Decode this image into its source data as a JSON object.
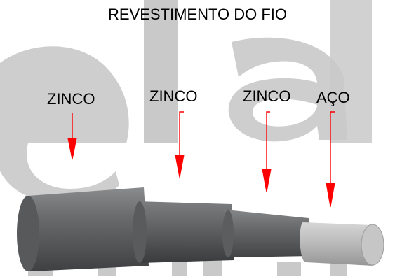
{
  "title": "REVESTIMENTO DO FIO",
  "labels": {
    "zinco_1": "ZINCO",
    "zinco_2": "ZINCO",
    "zinco_3": "ZINCO",
    "aco": "AÇO"
  },
  "colors": {
    "background_logo": "#c9c9c9",
    "arrow": "#ff0000",
    "zinc_dark": "#5f6062",
    "zinc_mid": "#6d6e70",
    "steel": "#bdbdbd",
    "text": "#000000"
  }
}
